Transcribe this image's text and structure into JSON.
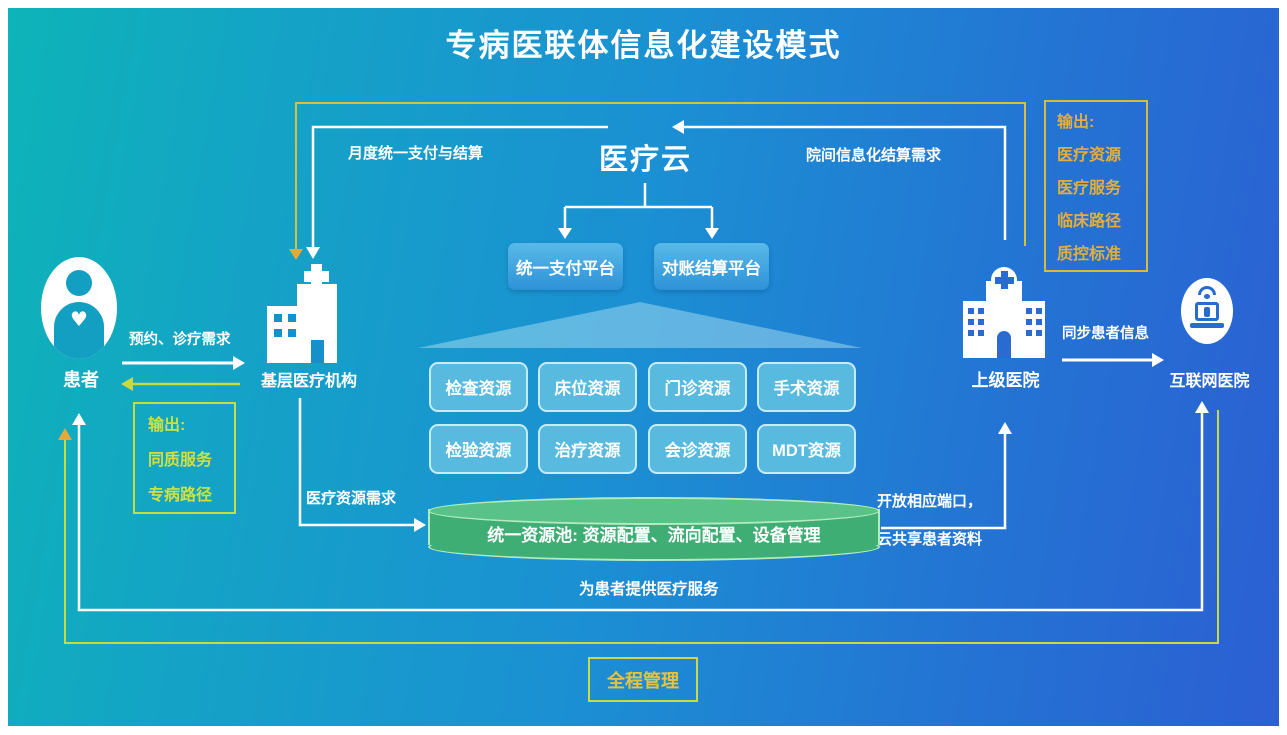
{
  "title": "专病医联体信息化建设模式",
  "colors": {
    "bg_teal": "#0db4b8",
    "bg_blue": "#2c5fd3",
    "line_white": "#ffffff",
    "line_yellow": "#d9bf3e",
    "line_yellow_green": "#c9da3f",
    "arrow_orange": "#e8a73a",
    "platform_blue": "#3a9ede",
    "resource_blue": "#57bade",
    "pool_green": "#3fae74",
    "output_text_right": "#e2ae3c",
    "output_text_left": "#cfe040"
  },
  "cloud_label": "医疗云",
  "platforms": [
    "统一支付平台",
    "对账结算平台"
  ],
  "resources": [
    "检查资源",
    "床位资源",
    "门诊资源",
    "手术资源",
    "检验资源",
    "治疗资源",
    "会诊资源",
    "MDT资源"
  ],
  "pool_label": "统一资源池: 资源配置、流向配置、设备管理",
  "entities": {
    "patient": "患者",
    "primary": "基层医疗机构",
    "superior": "上级医院",
    "internet": "互联网医院"
  },
  "flows": {
    "monthly_settlement": "月度统一支付与结算",
    "interhospital_demand": "院间信息化结算需求",
    "appointment_demand": "预约、诊疗需求",
    "sync_patient_info": "同步患者信息",
    "resource_demand": "医疗资源需求",
    "open_ports": "开放相应端口，",
    "cloud_share": "云共享患者资料",
    "provide_service": "为患者提供医疗服务",
    "whole_process": "全程管理"
  },
  "output_left": {
    "title": "输出:",
    "items": [
      "同质服务",
      "专病路径"
    ]
  },
  "output_right": {
    "title": "输出:",
    "items": [
      "医疗资源",
      "医疗服务",
      "临床路径",
      "质控标准"
    ]
  },
  "icons": {
    "heart_glyph": "♥"
  }
}
